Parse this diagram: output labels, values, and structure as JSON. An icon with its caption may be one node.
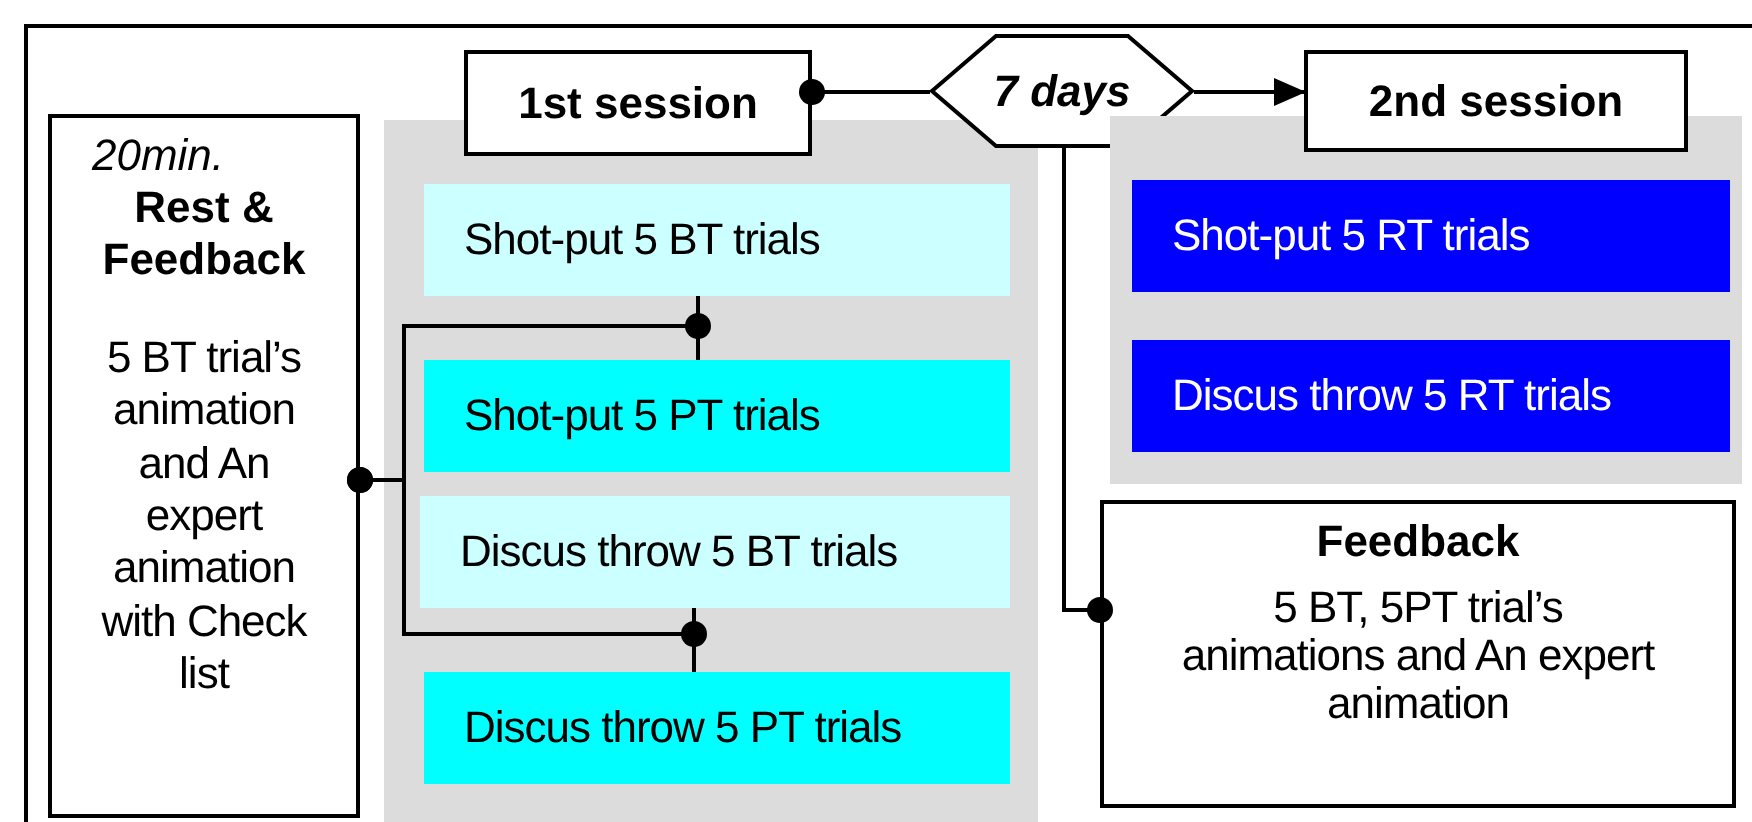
{
  "diagram": {
    "nodes": [
      {
        "text": [
          "20min.",
          "Rest & Feedback",
          "5 BT trial’s animation and An expert animation with Check list"
        ]
      },
      {
        "text": [
          "1st session"
        ]
      },
      {
        "text": [
          "Shot-put 5 BT trials"
        ],
        "in": 1
      },
      {
        "text": [
          "Shot-put 5 PT trials"
        ],
        "in": 1
      },
      {
        "text": [
          "Discus throw 5 BT trials"
        ],
        "in": 1
      },
      {
        "text": [
          "Discus throw 5 PT trials"
        ],
        "in": 1
      },
      {
        "text": [
          "7 days"
        ]
      },
      {
        "text": [
          "2nd session"
        ]
      },
      {
        "text": [
          "Shot-put 5 RT trials"
        ],
        "in": 7
      },
      {
        "text": [
          "Discus throw 5 RT trials"
        ],
        "in": 7
      },
      {
        "text": [
          "Feedback",
          "5 BT, 5PT trial’s animations and An expert animation"
        ]
      }
    ],
    "edges": [
      {
        "from": 1,
        "to": 6,
        "arrow": "other"
      },
      {
        "from": 6,
        "to": 7,
        "arrow": "to"
      },
      {
        "from": 10,
        "to": 6,
        "arrow": "other"
      },
      {
        "from": 2,
        "to": 3,
        "arrow": "none"
      },
      {
        "from": 4,
        "to": 5,
        "arrow": "none"
      },
      {
        "from": 0,
        "to": 3,
        "arrow": "other"
      },
      {
        "from": 0,
        "to": 5,
        "arrow": "other"
      }
    ]
  }
}
